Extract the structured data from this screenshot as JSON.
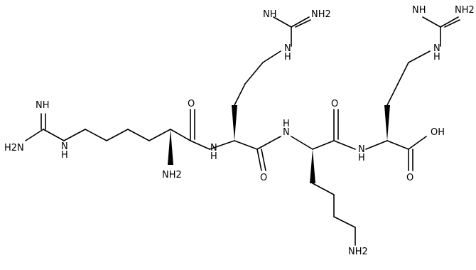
{
  "molecule": {
    "atom_labels": {
      "nh_imine_left": "NH",
      "nh2_left": "H2N",
      "nh_left_guan": "N",
      "nh_left_guan_h": "H",
      "nh2_alpha": "NH2",
      "o_carbonyl_1": "O",
      "nh_amide_1": "N",
      "nh_amide_1_h": "H",
      "nh_imine_mid": "NH",
      "nh2_mid": "NH2",
      "nh_mid_guan": "N",
      "nh_mid_guan_h": "H",
      "o_carbonyl_2": "O",
      "nh_amide_2": "N",
      "nh_amide_2_h": "H",
      "nh2_lys": "NH2",
      "o_carbonyl_3": "O",
      "nh_amide_3": "N",
      "nh_amide_3_h": "H",
      "nh_imine_right": "NH",
      "nh2_right": "NH2",
      "nh_right_guan": "N",
      "nh_right_guan_h": "H",
      "oh_acid": "OH",
      "o_acid": "O"
    }
  }
}
